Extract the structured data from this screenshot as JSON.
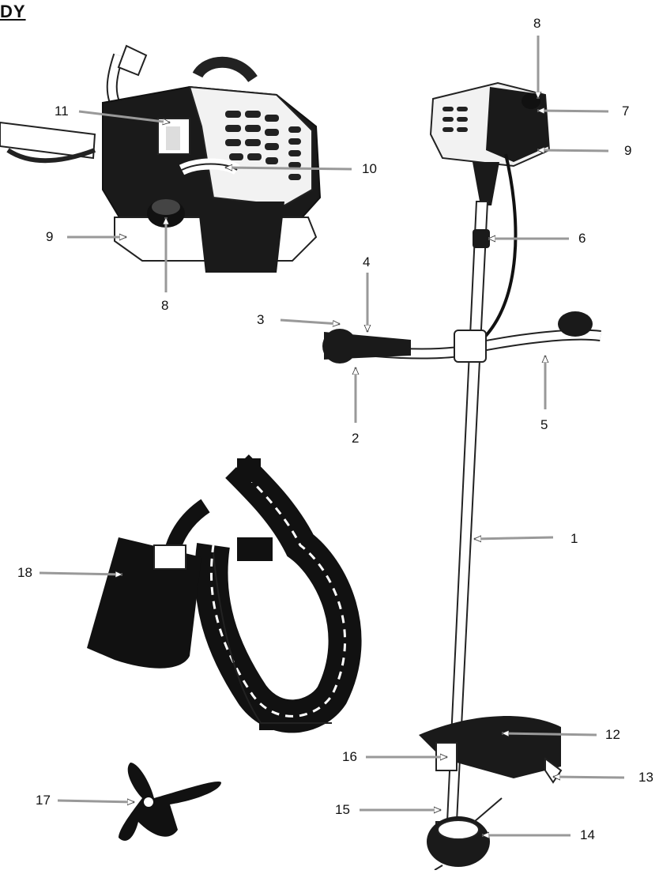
{
  "heading": "DY",
  "callouts": [
    "1",
    "2",
    "3",
    "4",
    "5",
    "6",
    "7",
    "8",
    "9",
    "10",
    "11",
    "12",
    "13",
    "14",
    "15",
    "16",
    "17",
    "18"
  ]
}
